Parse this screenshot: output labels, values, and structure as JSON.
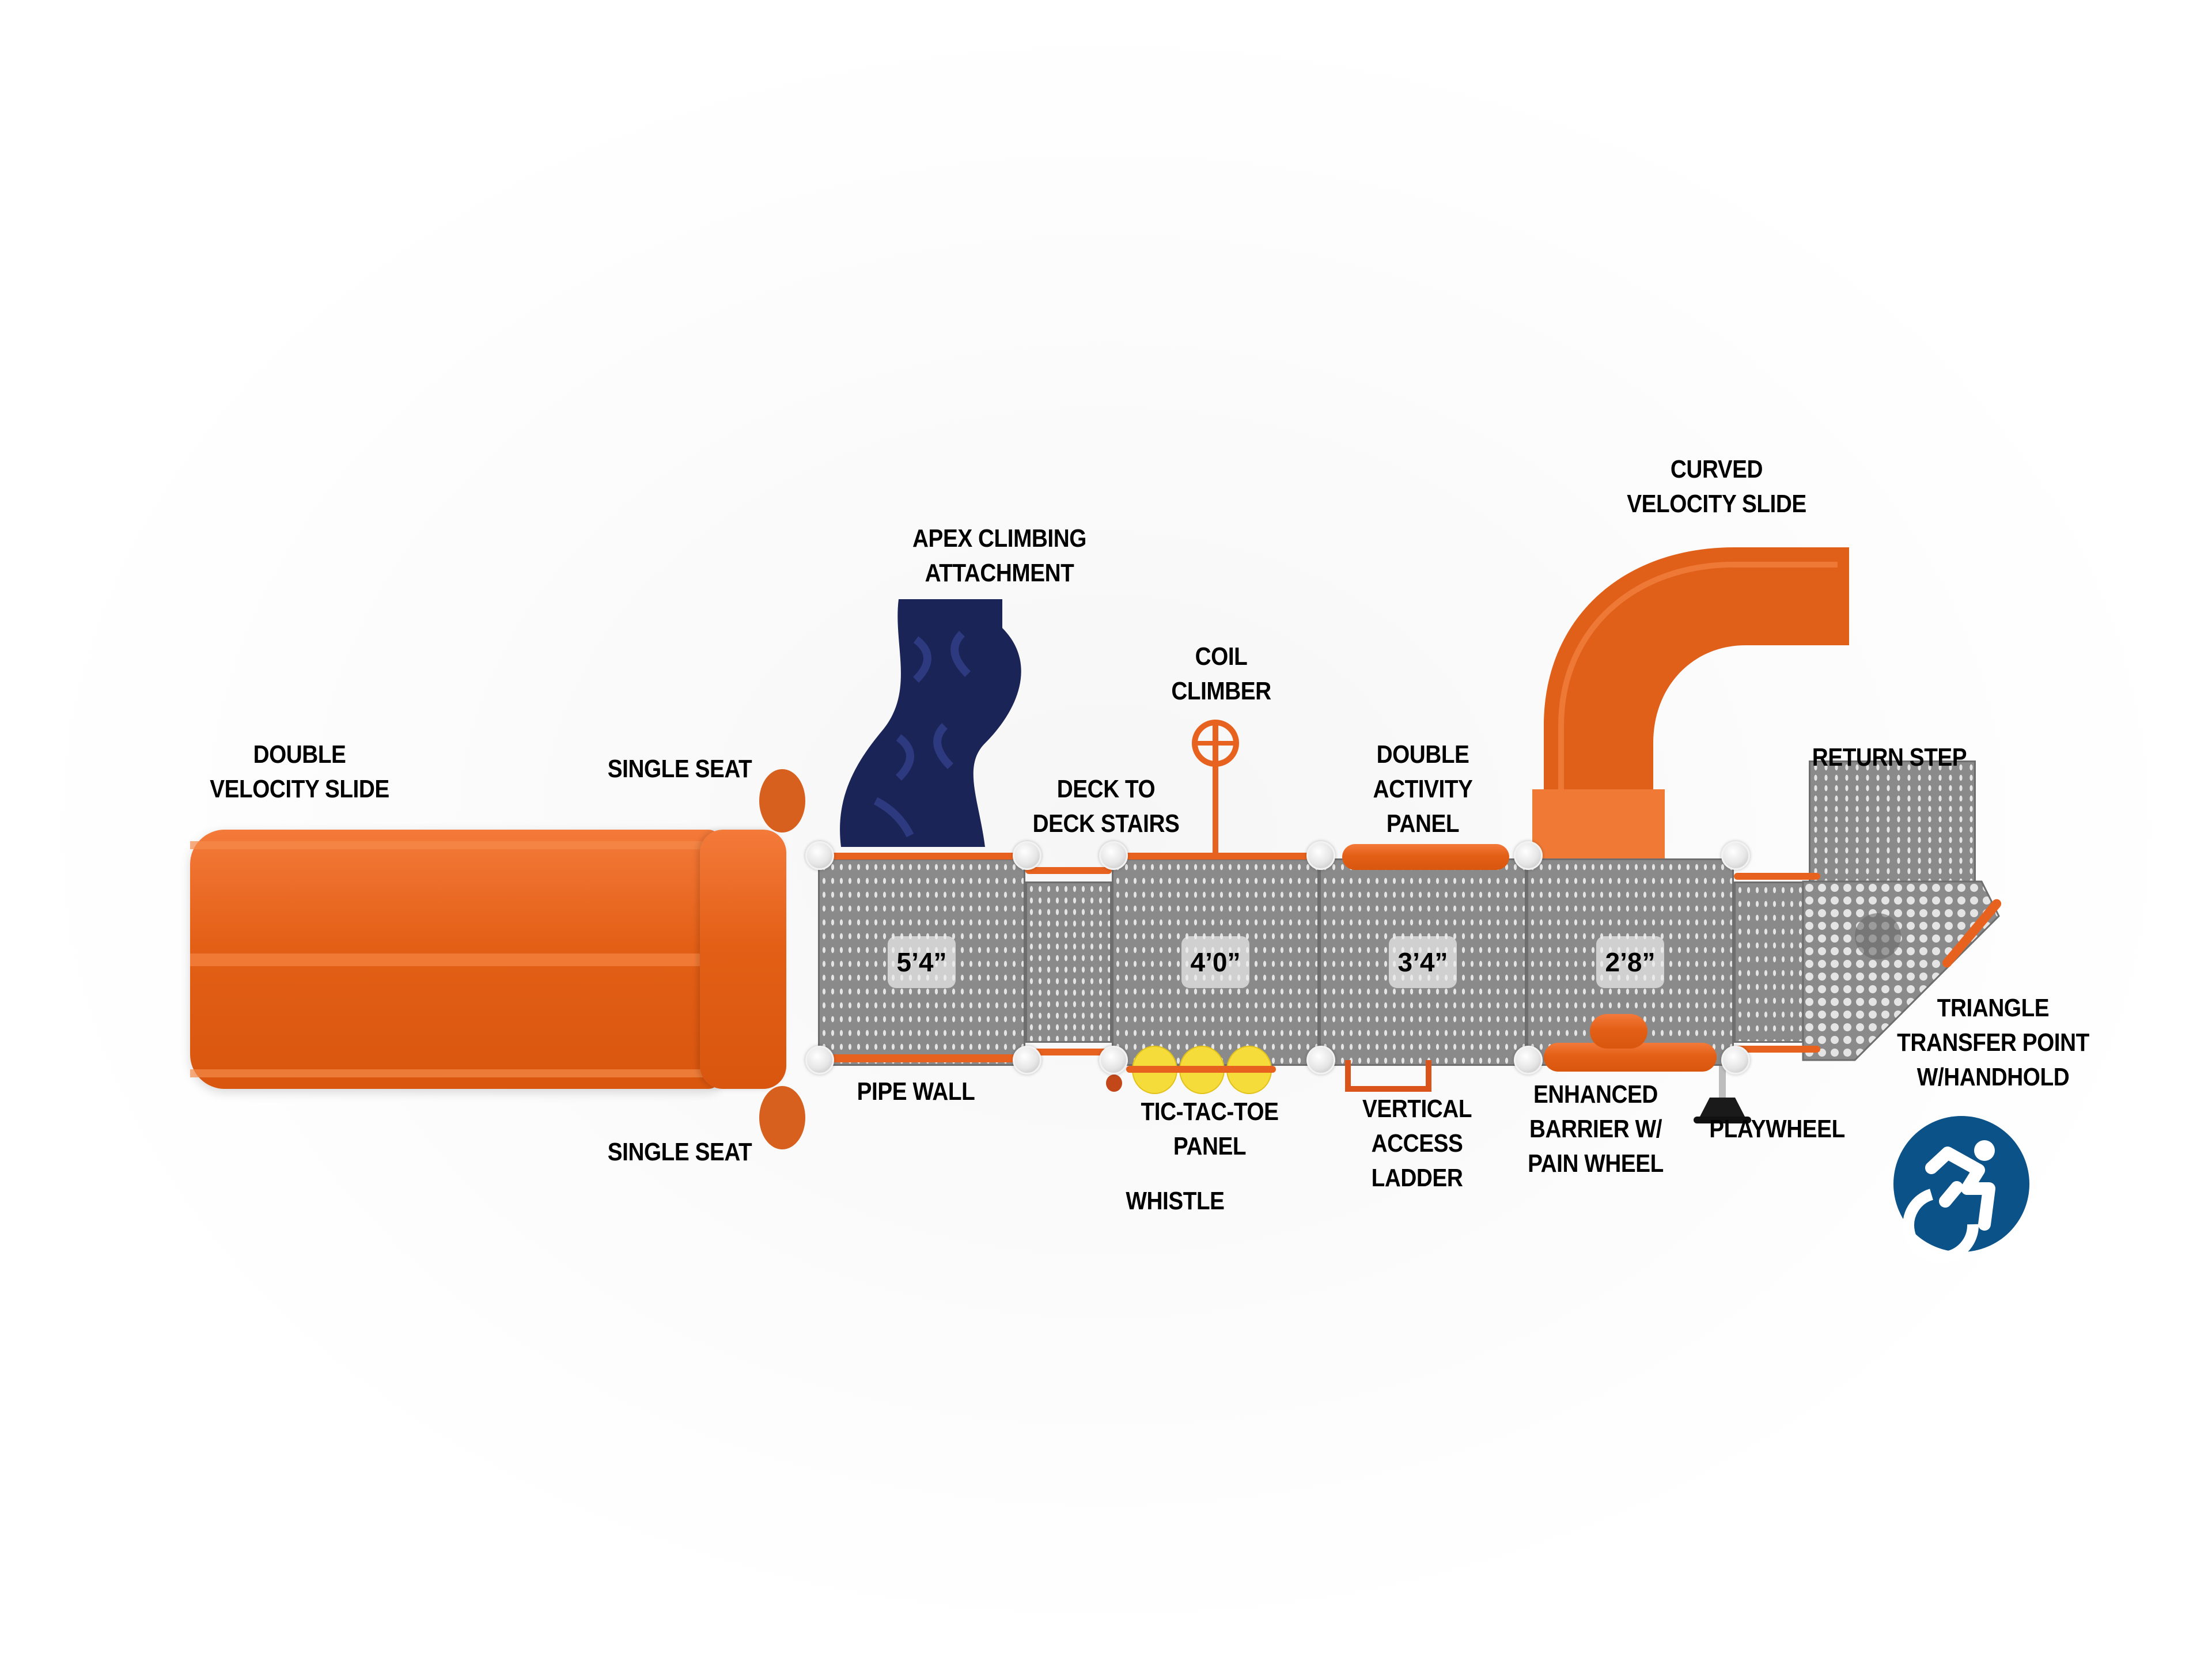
{
  "diagram": {
    "title": "Playground structure top view",
    "colors": {
      "slide_orange": "#e35f16",
      "climber_navy": "#1b2457",
      "deck_gray": "#8a8a8a",
      "panel_yellow": "#f5dc3a",
      "accessibility_blue": "#0b5289"
    },
    "deck_heights": [
      "5’4”",
      "4’0”",
      "3’4”",
      "2’8”"
    ],
    "labels": {
      "double_velocity_slide": "DOUBLE\nVELOCITY SLIDE",
      "single_seat_top": "SINGLE SEAT",
      "single_seat_bottom": "SINGLE SEAT",
      "apex_climbing_attachment": "APEX CLIMBING\nATTACHMENT",
      "coil_climber": "COIL\nCLIMBER",
      "deck_to_deck_stairs": "DECK TO\nDECK STAIRS",
      "double_activity_panel": "DOUBLE\nACTIVITY\nPANEL",
      "curved_velocity_slide": "CURVED\nVELOCITY SLIDE",
      "return_step": "RETURN STEP",
      "triangle_transfer_point": "TRIANGLE\nTRANSFER POINT\nW/HANDHOLD",
      "pipe_wall": "PIPE WALL",
      "tic_tac_toe_panel": "TIC-TAC-TOE\nPANEL",
      "whistle": "WHISTLE",
      "vertical_access_ladder": "VERTICAL\nACCESS\nLADDER",
      "enhanced_barrier": "ENHANCED\nBARRIER W/\nPAIN WHEEL",
      "playwheel": "PLAYWHEEL"
    },
    "accessibility_icon": "accessible-wheelchair-icon"
  }
}
